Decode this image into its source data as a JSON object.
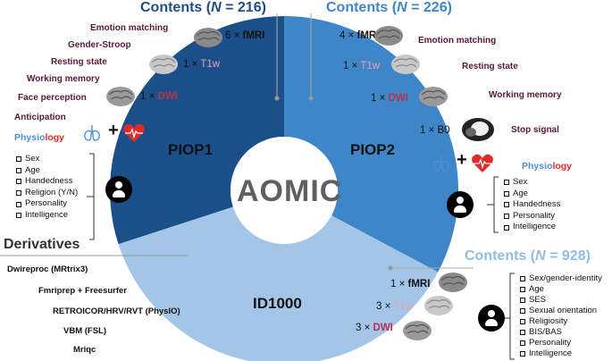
{
  "headers": {
    "left": {
      "prefix": "Contents (",
      "n": "N",
      "suffix": " = 216)"
    },
    "right": {
      "prefix": "Contents (",
      "n": "N",
      "suffix": " = 226)"
    },
    "bottom": {
      "prefix": "Contents (",
      "n": "N",
      "suffix": " = 928)"
    }
  },
  "center": "AOMIC",
  "segments": {
    "piop1": "PIOP1",
    "piop2": "PIOP2",
    "id1000": "ID1000"
  },
  "colors": {
    "piop1": "#1b4f8a",
    "piop2": "#3e86c8",
    "id1000": "#a3c6e8"
  },
  "piop1": {
    "tasks": [
      "Emotion matching",
      "Gender-Stroop",
      "Resting state",
      "Working memory",
      "Face perception",
      "Anticipation"
    ],
    "fmri": {
      "count": "6 ×",
      "label": "fMRI"
    },
    "t1w": {
      "count": "1 ×",
      "label": "T1w"
    },
    "dwi": {
      "count": "1 ×",
      "label": "DWI"
    },
    "physio": {
      "a": "Physio",
      "b": "logy"
    },
    "plus": "+",
    "demographics": [
      "Sex",
      "Age",
      "Handedness",
      "Religion (Y/N)",
      "Personality",
      "Intelligence"
    ]
  },
  "piop2": {
    "fmri": {
      "count": "4 ×",
      "label": "fMRI",
      "task": "Emotion matching"
    },
    "t1w": {
      "count": "1 ×",
      "label": "T1w",
      "task": "Resting state"
    },
    "dwi": {
      "count": "1 ×",
      "label": "DWI",
      "task": "Working memory"
    },
    "b0": {
      "label": "1 × B0",
      "task": "Stop signal"
    },
    "physio": {
      "a": "Physio",
      "b": "logy"
    },
    "plus": "+",
    "demographics": [
      "Sex",
      "Age",
      "Handedness",
      "Personality",
      "Intelligence"
    ]
  },
  "id1000": {
    "fmri": {
      "count": "1 ×",
      "label": "fMRI"
    },
    "t1w": {
      "count": "3 ×",
      "label": "T1w"
    },
    "dwi": {
      "count": "3 ×",
      "label": "DWI"
    },
    "demographics": [
      "Sex/gender-identity",
      "Age",
      "SES",
      "Sexual orientation",
      "Religiosity",
      "BIS/BAS",
      "Personality",
      "Intelligence"
    ]
  },
  "derivatives": {
    "title": "Derivatives",
    "items": [
      "Dwireproc (MRtrix3)",
      "Fmriprep + Freesurfer",
      "RETROICOR/HRV/RVT (PhysIO)",
      "VBM (FSL)",
      "Mriqc"
    ]
  }
}
